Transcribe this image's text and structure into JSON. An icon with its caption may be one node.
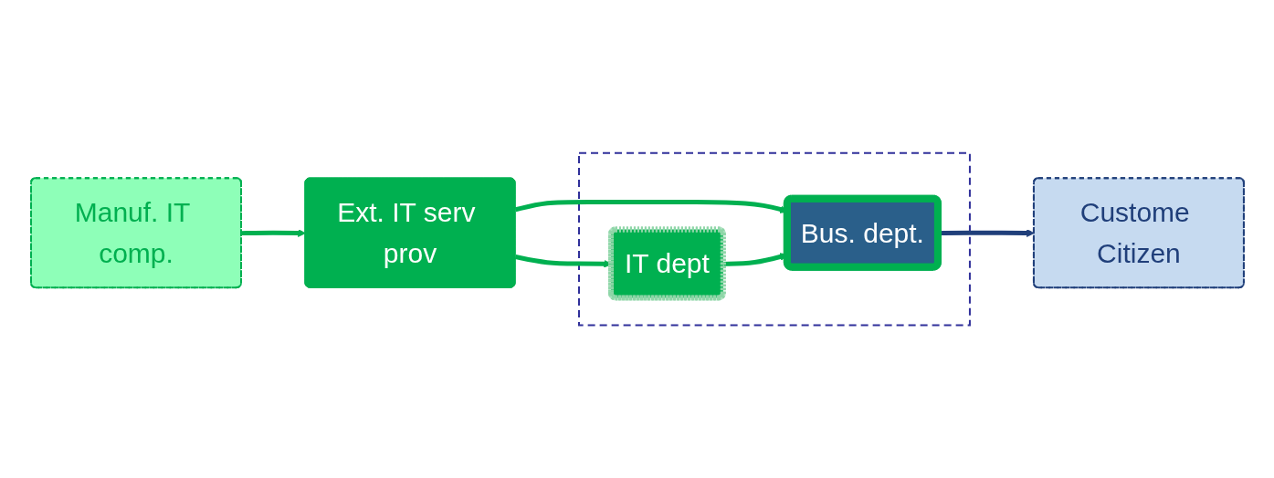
{
  "diagram": {
    "nodes": [
      {
        "text": [
          "Manuf. IT comp."
        ]
      },
      {
        "text": [
          "Ext. IT serv prov"
        ]
      },
      {
        "text": [],
        "shape": "box"
      },
      {
        "text": [
          "Bus. dept."
        ],
        "in": 2
      },
      {
        "text": [
          "IT dept"
        ],
        "in": 2
      },
      {
        "text": [
          "Custome Citizen"
        ]
      }
    ],
    "edges": [
      {
        "from": 0,
        "to": 1,
        "arrow": "to"
      },
      {
        "from": 1,
        "to": 3,
        "arrow": "to"
      },
      {
        "from": 1,
        "to": 4,
        "arrow": "to"
      },
      {
        "from": 4,
        "to": 3,
        "arrow": "to"
      },
      {
        "from": 3,
        "to": 5,
        "arrow": "to",
        "color": "#203f7a"
      }
    ]
  }
}
